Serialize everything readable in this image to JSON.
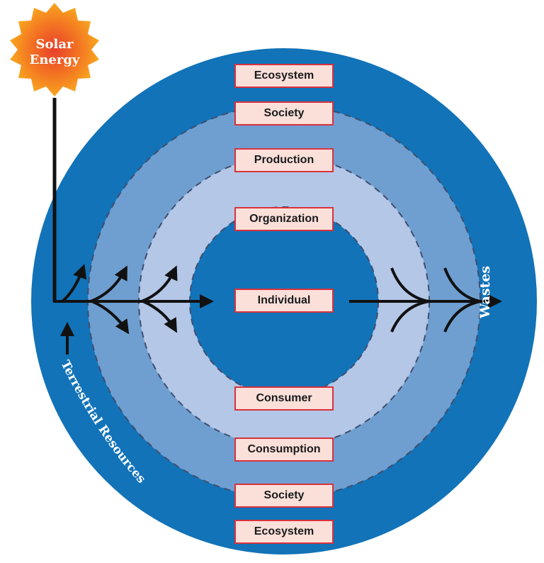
{
  "diagram": {
    "solar_energy_line1": "Solar",
    "solar_energy_line2": "Energy",
    "inputs_label": "Terrestrial Resources",
    "outputs_label": "Wastes",
    "boxes": {
      "ecosystem_top": "Ecosystem",
      "society_top": "Society",
      "production": "Production",
      "organization": "Organization",
      "individual": "Individual",
      "consumer": "Consumer",
      "consumption": "Consumption",
      "society_bottom": "Society",
      "ecosystem_bottom": "Ecosystem"
    },
    "colors": {
      "ecosystem_ring": "#1273b8",
      "society_ring": "#6f9fd1",
      "organization_ring": "#b4c7e7",
      "individual_core": "#1273b8",
      "label_box_fill": "#fbe0da",
      "label_box_border": "#d8323c",
      "sun": "#f5a623",
      "arrows": "#111111"
    }
  }
}
